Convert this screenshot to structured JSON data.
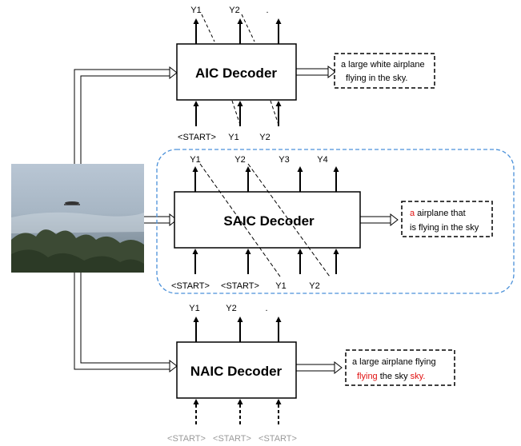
{
  "aic": {
    "title": "AIC Decoder",
    "outputs": [
      "Y1",
      "Y2",
      "."
    ],
    "inputs": [
      "<START>",
      "Y1",
      "Y2"
    ],
    "caption": [
      "a large white airplane",
      "flying in the sky."
    ]
  },
  "saic": {
    "title": "SAIC Decoder",
    "outputs": [
      "Y1",
      "Y2",
      "Y3",
      "Y4"
    ],
    "inputs": [
      "<START>",
      "<START>",
      "Y1",
      "Y2"
    ],
    "caption_line1_highlight": "a",
    "caption_line1_rest": " airplane that",
    "caption_line2": "is flying in the sky"
  },
  "naic": {
    "title": "NAIC Decoder",
    "outputs": [
      "Y1",
      "Y2",
      "."
    ],
    "inputs": [
      "<START>",
      "<START>",
      "<START>"
    ],
    "caption_line1": "a large airplane flying",
    "caption_line2_w1": "flying",
    "caption_line2_w2": " the sky ",
    "caption_line2_w3": "sky."
  },
  "colors": {
    "highlight_red": "#e01010",
    "dashed_group_blue": "#4a90d9",
    "grey_label": "#9a9a9a"
  }
}
